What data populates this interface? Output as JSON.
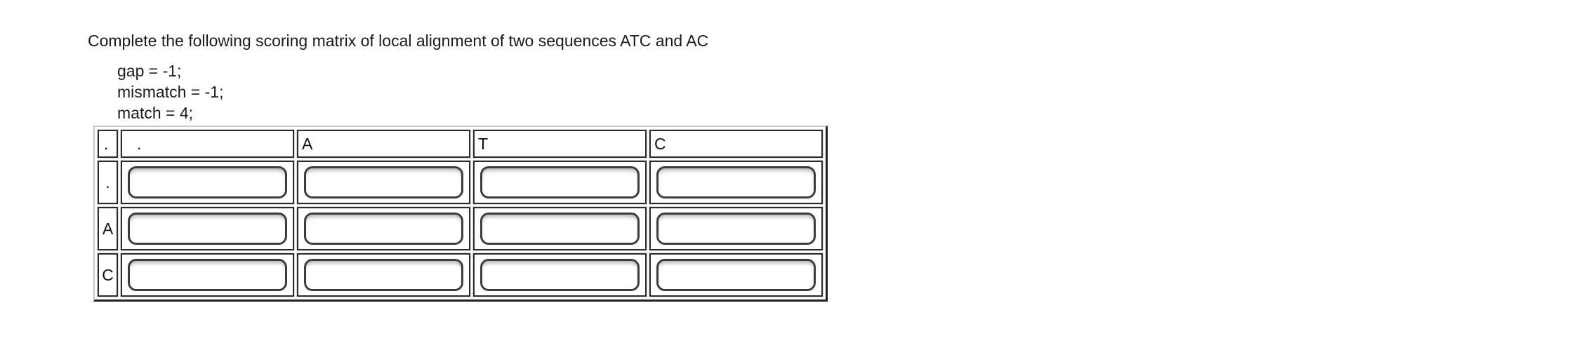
{
  "question": {
    "prompt": "Complete the following scoring matrix of local alignment of two sequences ATC and AC",
    "parameters": [
      "gap = -1;",
      "mismatch = -1;",
      "match = 4;"
    ]
  },
  "matrix": {
    "corner": ".",
    "columns": [
      ".",
      "A",
      "T",
      "C"
    ],
    "rows": [
      {
        "label": ".",
        "cells": [
          "",
          "",
          "",
          ""
        ]
      },
      {
        "label": "A",
        "cells": [
          "",
          "",
          "",
          ""
        ]
      },
      {
        "label": "C",
        "cells": [
          "",
          "",
          "",
          ""
        ]
      }
    ]
  }
}
